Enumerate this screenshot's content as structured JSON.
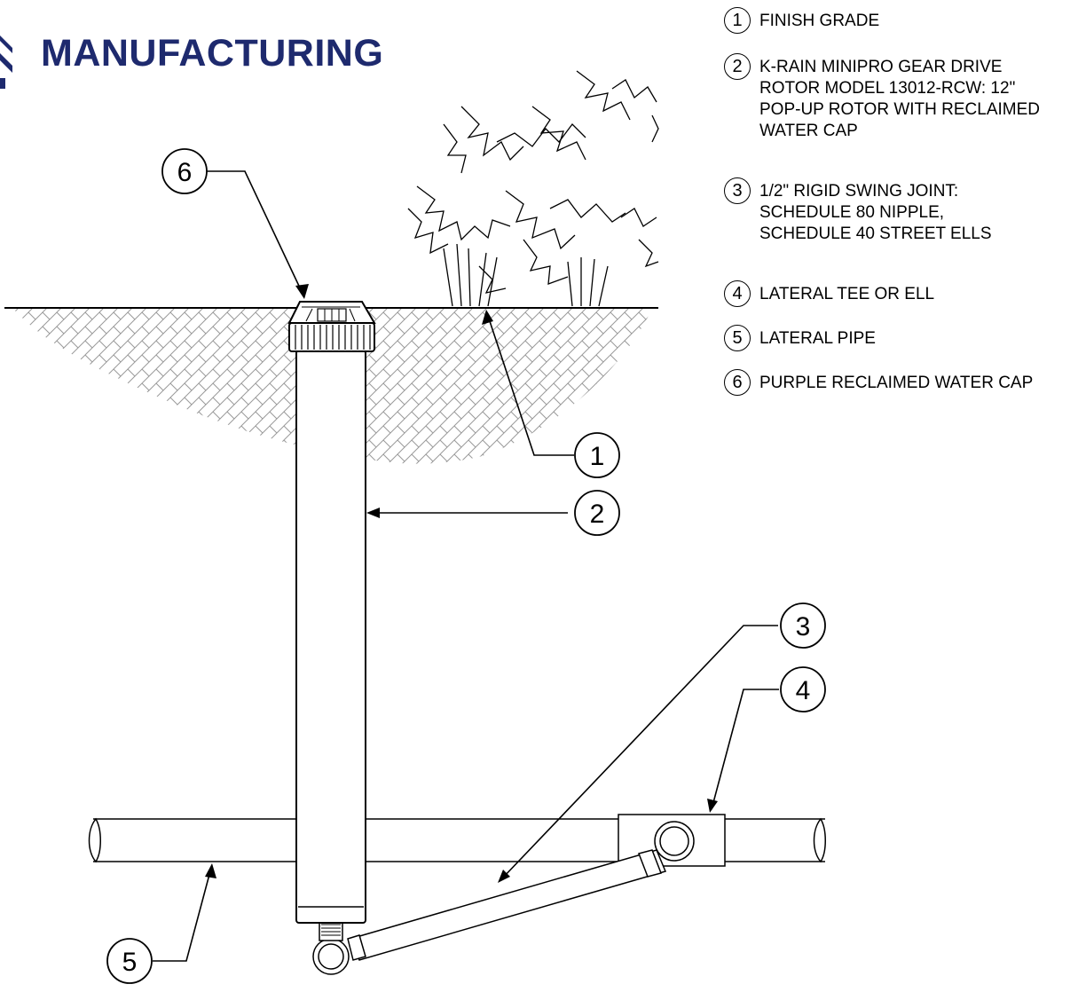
{
  "logo": {
    "text": "MANUFACTURING"
  },
  "legend": [
    {
      "num": "1",
      "text": "FINISH GRADE"
    },
    {
      "num": "2",
      "text": "K-RAIN MINIPRO GEAR DRIVE ROTOR MODEL 13012-RCW: 12\" POP-UP ROTOR WITH RECLAIMED WATER CAP"
    },
    {
      "num": "3",
      "text": "1/2\" RIGID SWING JOINT: SCHEDULE 80 NIPPLE, SCHEDULE 40 STREET ELLS"
    },
    {
      "num": "4",
      "text": "LATERAL TEE OR ELL"
    },
    {
      "num": "5",
      "text": "LATERAL PIPE"
    },
    {
      "num": "6",
      "text": "PURPLE RECLAIMED WATER CAP"
    }
  ],
  "callouts": [
    "1",
    "2",
    "3",
    "4",
    "5",
    "6"
  ]
}
